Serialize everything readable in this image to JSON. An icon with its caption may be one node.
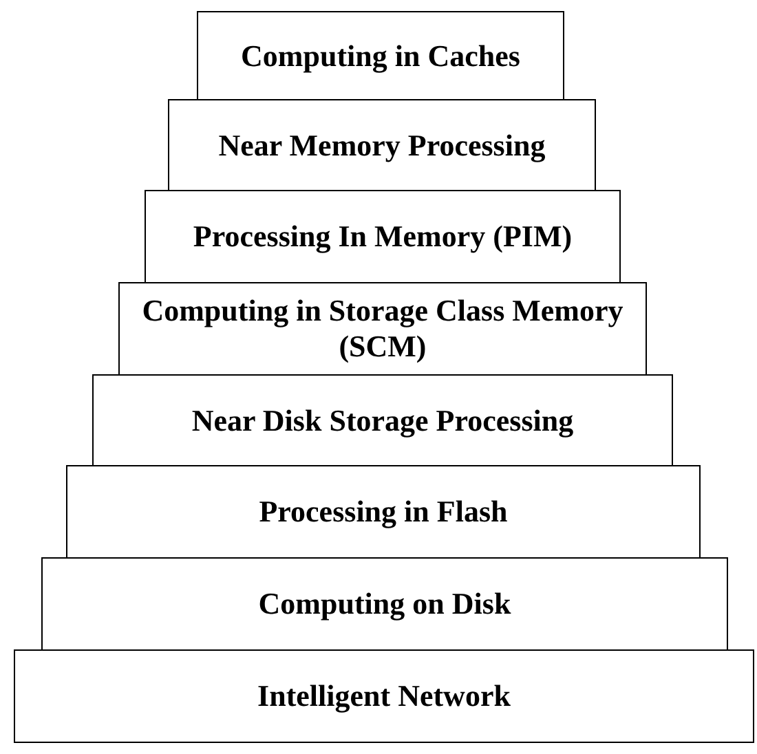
{
  "diagram": {
    "nodes": [
      {
        "text": [
          "Computing in Caches"
        ]
      },
      {
        "text": [
          "Near Memory Processing"
        ]
      },
      {
        "text": [
          "Processing In Memory (PIM)"
        ]
      },
      {
        "text": [
          "Computing in Storage Class Memory (SCM)"
        ]
      },
      {
        "text": [
          "Near Disk Storage Processing"
        ]
      },
      {
        "text": [
          "Processing in Flash"
        ]
      },
      {
        "text": [
          "Computing on Disk"
        ]
      },
      {
        "text": [
          "Intelligent Network"
        ]
      }
    ]
  }
}
